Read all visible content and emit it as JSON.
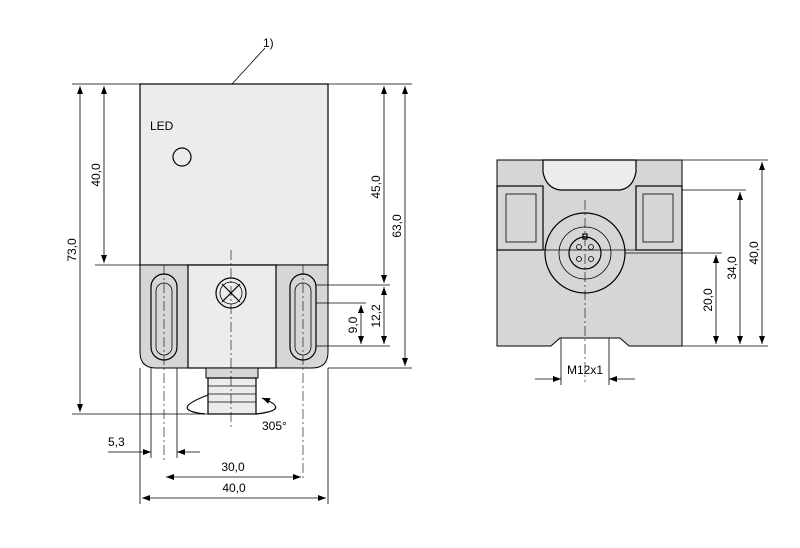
{
  "labels": {
    "note_ref": "1)",
    "led": "LED",
    "angle": "305°",
    "thread": "M12x1"
  },
  "dimensions": {
    "height_total": "73,0",
    "height_upper": "40,0",
    "height_45": "45,0",
    "height_63": "63,0",
    "slot_9": "9,0",
    "slot_12": "12,2",
    "offset_5_3": "5,3",
    "width_30": "30,0",
    "width_40": "40,0",
    "side_20": "20,0",
    "side_34": "34,0",
    "side_40": "40,0"
  }
}
